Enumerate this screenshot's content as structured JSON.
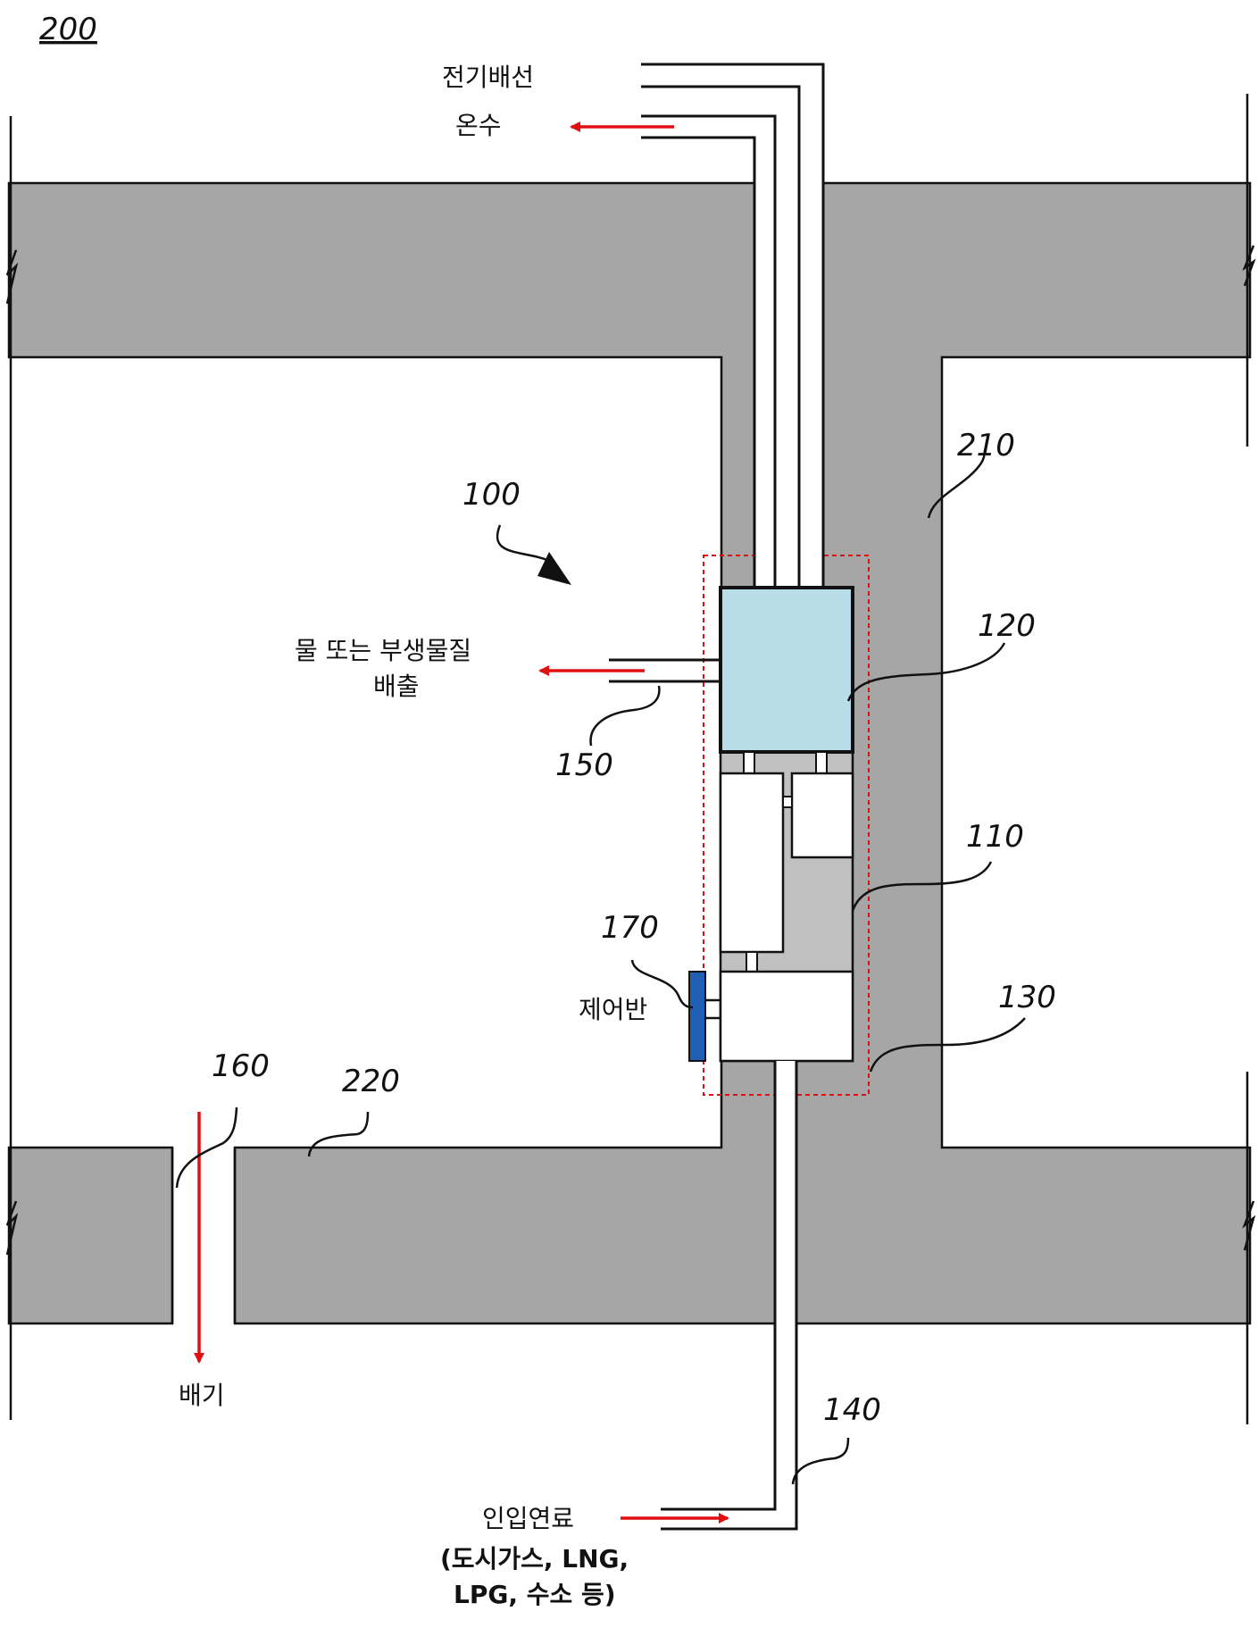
{
  "figure_number": "200",
  "labels": {
    "electric_wiring": "전기배선",
    "hot_water": "온수",
    "water_byproduct_line1": "물 또는 부생물질",
    "water_byproduct_line2": "배출",
    "control_panel": "제어반",
    "exhaust": "배기",
    "inlet_fuel": "인입연료",
    "fuel_types_line1": "(도시가스, LNG,",
    "fuel_types_line2": "LPG, 수소 등)"
  },
  "reference_numerals": {
    "system": "100",
    "wall_vertical": "210",
    "stack": "120",
    "outlet_150": "150",
    "module_110": "110",
    "control_170": "170",
    "module_130": "130",
    "exhaust_160": "160",
    "slab_220": "220",
    "fuel_pipe_140": "140"
  },
  "colors": {
    "wall_fill": "#a6a6a6",
    "stack_fill": "#b8dde8",
    "inner_fill": "#c0c0c0",
    "control_panel": "#1f5fb4",
    "arrow": "#e01010",
    "dashed_boundary": "#e01010"
  }
}
